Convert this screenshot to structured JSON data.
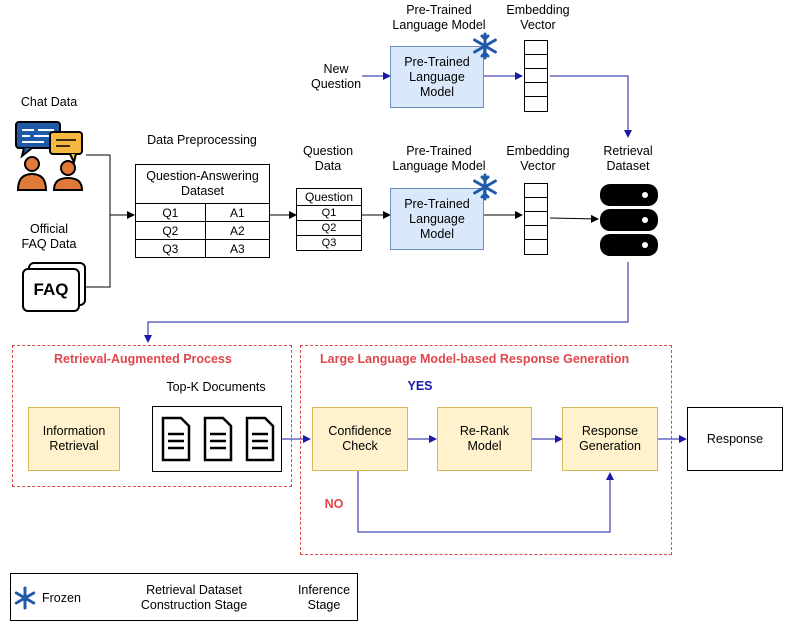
{
  "sources": {
    "chat_label": "Chat Data",
    "faq_label": "Official\nFAQ Data",
    "faq_icon_text": "FAQ"
  },
  "preprocessing": {
    "title": "Data Preprocessing",
    "table_title": "Question-Answering\nDataset",
    "rows": [
      [
        "Q1",
        "A1"
      ],
      [
        "Q2",
        "A2"
      ],
      [
        "Q3",
        "A3"
      ]
    ]
  },
  "question_data": {
    "title": "Question\nData",
    "header": "Question",
    "rows": [
      "Q1",
      "Q2",
      "Q3"
    ]
  },
  "plm": {
    "top_title": "Pre-Trained\nLanguage Model",
    "top_box": "Pre-Trained\nLanguage\nModel",
    "mid_title": "Pre-Trained\nLanguage Model",
    "mid_box": "Pre-Trained\nLanguage\nModel"
  },
  "new_question": "New\nQuestion",
  "embedding": {
    "top_title": "Embedding\nVector",
    "mid_title": "Embedding\nVector"
  },
  "retrieval_dataset": "Retrieval\nDataset",
  "rag": {
    "title": "Retrieval-Augmented Process",
    "info_retrieval": "Information\nRetrieval",
    "topk": "Top-K Documents"
  },
  "llm": {
    "title": "Large Language Model-based Response Generation",
    "yes": "YES",
    "no": "NO",
    "confidence": "Confidence\nCheck",
    "rerank": "Re-Rank\nModel",
    "response_gen": "Response\nGeneration"
  },
  "response": "Response",
  "legend": {
    "frozen": "Frozen",
    "construction": "Retrieval Dataset\nConstruction Stage",
    "inference": "Inference\nStage"
  },
  "colors": {
    "inference_arrow": "#1a1aa6",
    "construction_arrow": "#000000",
    "section_title": "#e0474c",
    "yes": "#1a1aa6",
    "snowflake": "#1e5aa8",
    "plm_fill": "#dae8fc",
    "process_fill": "#fff2cc"
  }
}
